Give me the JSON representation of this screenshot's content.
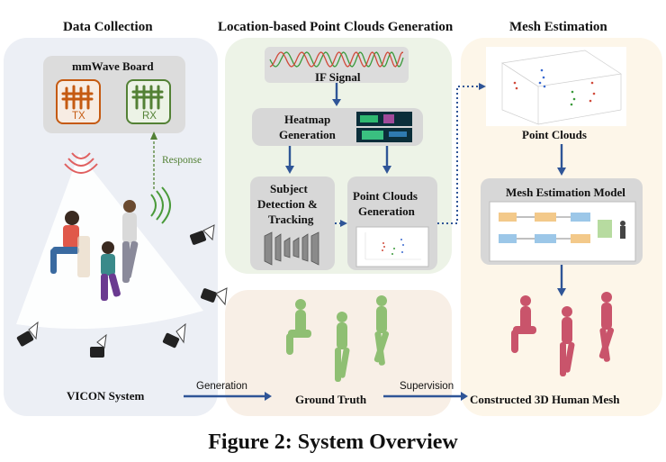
{
  "sections": {
    "data_collection": "Data Collection",
    "pointcloud_generation": "Location-based Point Clouds Generation",
    "mesh_estimation": "Mesh Estimation"
  },
  "mmwave": {
    "title": "mmWave Board",
    "tx": "TX",
    "rx": "RX",
    "response": "Response"
  },
  "vicon": "VICON System",
  "pipeline": {
    "if_signal": "IF Signal",
    "heatmap_line1": "Heatmap",
    "heatmap_line2": "Generation",
    "subject_line1": "Subject",
    "subject_line2": "Detection &",
    "subject_line3": "Tracking",
    "pc_gen_line1": "Point Clouds",
    "pc_gen_line2": "Generation"
  },
  "mesh": {
    "point_clouds": "Point Clouds",
    "model": "Mesh Estimation Model",
    "constructed": "Constructed 3D Human Mesh"
  },
  "bottom": {
    "generation": "Generation",
    "ground_truth": "Ground Truth",
    "supervision": "Supervision"
  },
  "caption": "Figure 2: System Overview",
  "colors": {
    "arrow": "#2f5597",
    "tx": "#c55a11",
    "rx": "#538135",
    "response": "#538135",
    "gt_mesh": "#8fbf73",
    "est_mesh": "#c9546b"
  }
}
